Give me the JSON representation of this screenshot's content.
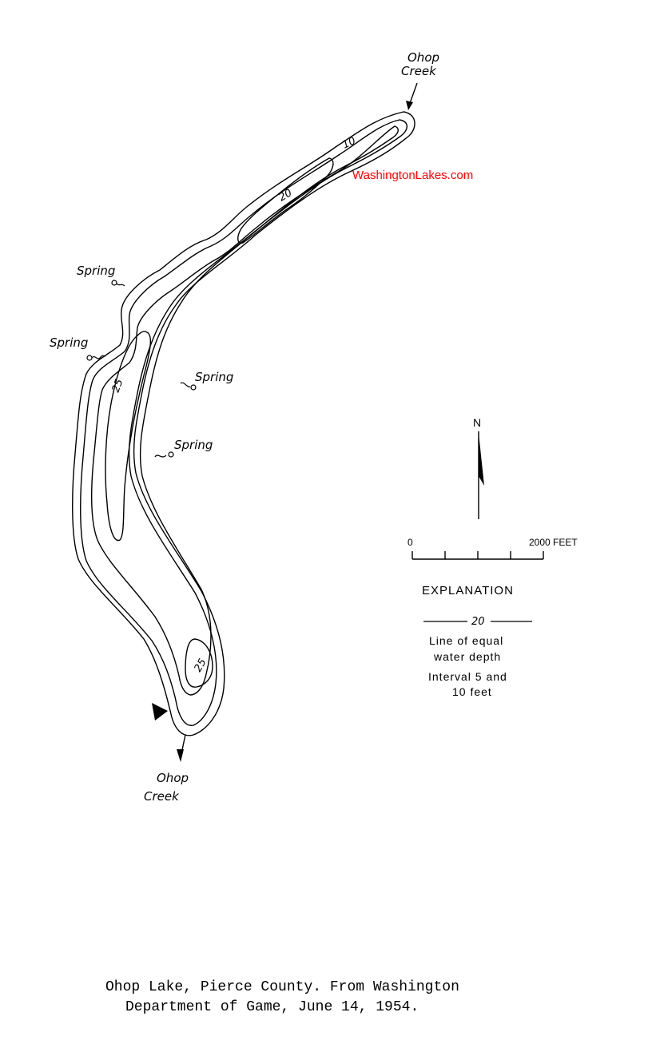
{
  "labels": {
    "creek_north_1": "Ohop",
    "creek_north_2": "Creek",
    "creek_south_1": "Ohop",
    "creek_south_2": "Creek",
    "spring_1": "Spring",
    "spring_2": "Spring",
    "spring_3": "Spring",
    "spring_4": "Spring"
  },
  "depths": {
    "d10": "10",
    "d20": "20",
    "d25_north": "25",
    "d25_south": "25"
  },
  "watermark": {
    "text": "WashingtonLakes.com",
    "color": "#ff0000"
  },
  "north_arrow": {
    "label": "N"
  },
  "scale": {
    "start": "0",
    "end": "2000 FEET"
  },
  "explanation": {
    "heading": "EXPLANATION",
    "sample_value": "20",
    "line1": "Line of equal",
    "line2": "water depth",
    "line3": "Interval 5 and",
    "line4": "10 feet"
  },
  "caption": {
    "line1": "Ohop Lake, Pierce County.  From Washington",
    "line2": "Department of Game, June 14, 1954."
  }
}
